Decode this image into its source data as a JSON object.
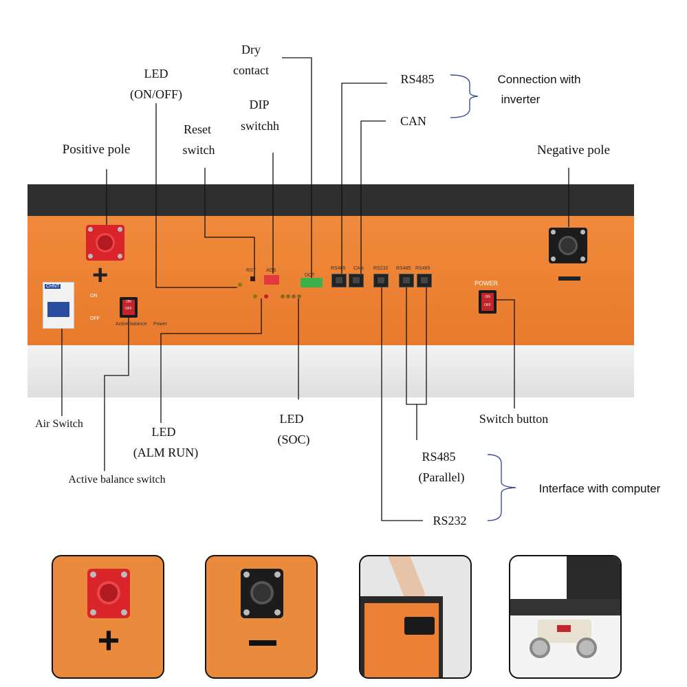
{
  "labels": {
    "led_on_off": "LED",
    "led_on_off_sub": "(ON/OFF)",
    "dry_contact_1": "Dry",
    "dry_contact_2": "contact",
    "dip_switch_1": "DIP",
    "dip_switch_2": "switchh",
    "reset_switch_1": "Reset",
    "reset_switch_2": "switch",
    "positive_pole": "Positive pole",
    "negative_pole": "Negative pole",
    "rs485_top": "RS485",
    "can_top": "CAN",
    "connection_inverter_1": "Connection with",
    "connection_inverter_2": "inverter",
    "air_switch": "Air Switch",
    "led_alm_run": "LED",
    "led_alm_run_sub": "(ALM RUN)",
    "active_balance_switch": "Active balance switch",
    "led_soc": "LED",
    "led_soc_sub": "(SOC)",
    "switch_button": "Switch button",
    "rs485_parallel": "RS485",
    "rs485_parallel_sub": "(Parallel)",
    "interface_computer": "Interface with computer",
    "rs232": "RS232"
  },
  "panel_text": {
    "brand": "CHNT",
    "on": "ON",
    "off": "OFF",
    "plus": "+",
    "minus": "−",
    "rst": "RST",
    "ads": "ADS",
    "dct": "DCT",
    "rs485": "RS485",
    "can": "CAN",
    "rs232": "RS232",
    "rs485_2": "RS485",
    "rs485_3": "RS485",
    "power": "POWER",
    "rocker_on": "ON",
    "rocker_off": "OFF",
    "active_balance": "Active balance",
    "power_small": "Power"
  },
  "thumbnails": {
    "positive_sign": "+",
    "negative_sign": "−"
  },
  "colors": {
    "panel_orange": "#ec8034",
    "panel_dark": "#2f2f2f",
    "terminal_red": "#d9242a",
    "terminal_black": "#1c1c1c",
    "leader_line": "#111111",
    "bracket": "#3a4f9a"
  }
}
